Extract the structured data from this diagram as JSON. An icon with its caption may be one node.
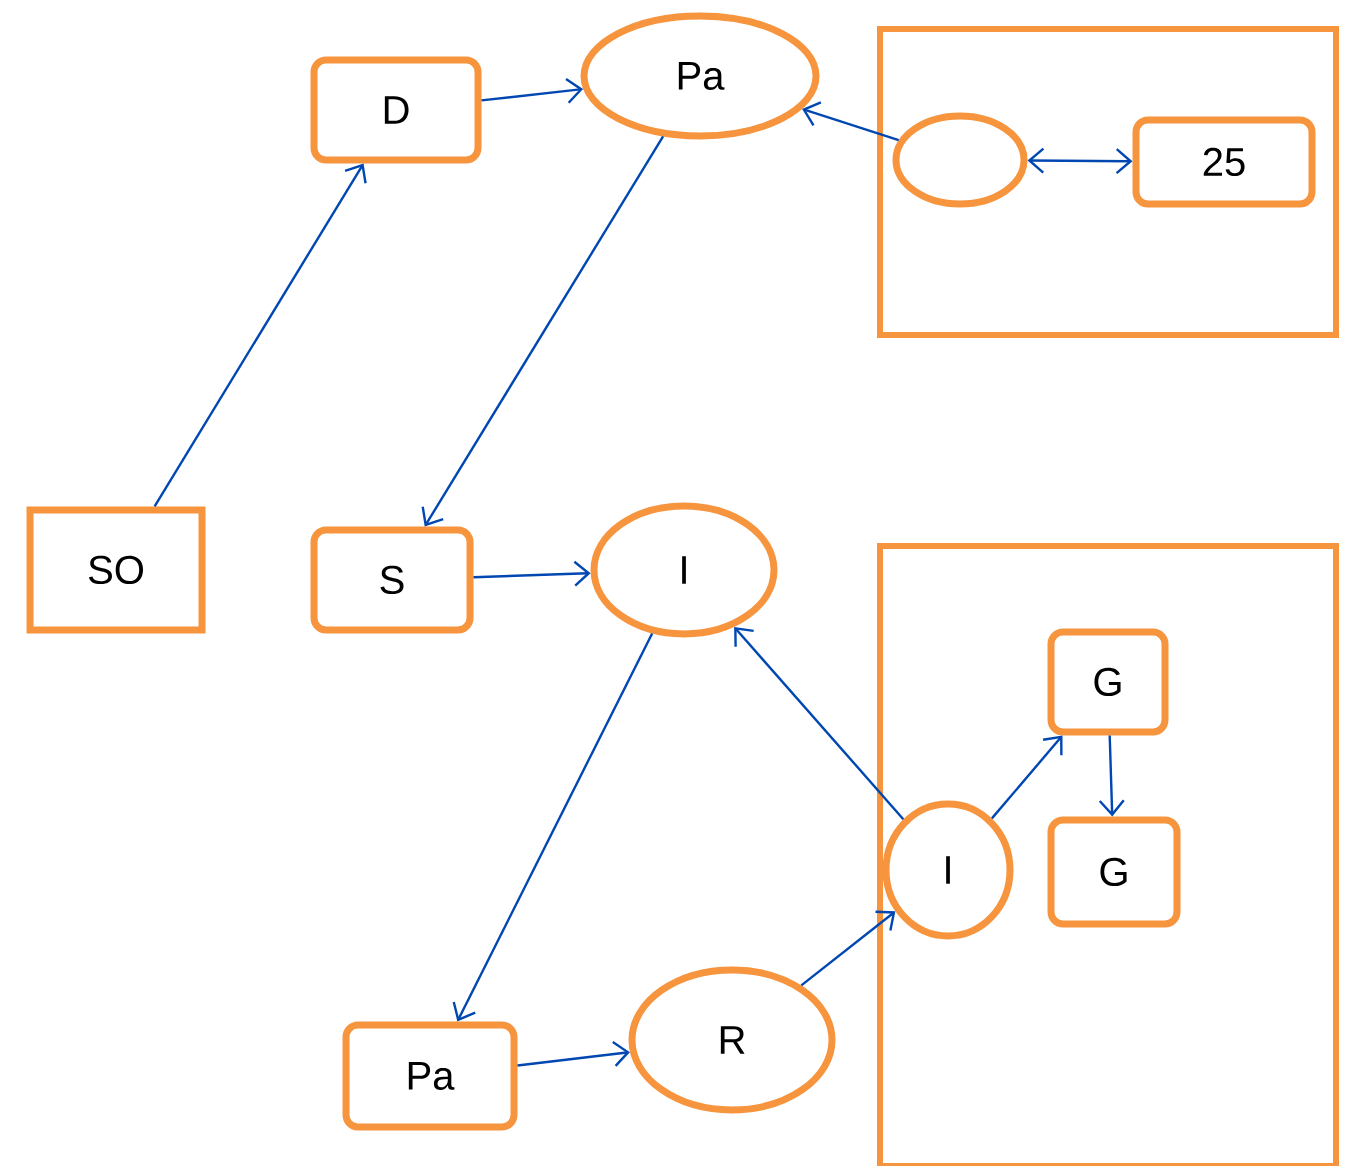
{
  "diagram": {
    "nodes": [
      {
        "text": [
          "SO"
        ]
      },
      {
        "text": [
          "D"
        ]
      },
      {
        "text": [
          "Pa"
        ]
      },
      {
        "text": [],
        "shape": "box"
      },
      {
        "text": [],
        "shape": "circle",
        "in": 3
      },
      {
        "text": [
          "25"
        ],
        "in": 3
      },
      {
        "text": [
          "S"
        ]
      },
      {
        "text": [
          "I"
        ]
      },
      {
        "text": [],
        "shape": "box"
      },
      {
        "text": [
          "G"
        ],
        "in": 8
      },
      {
        "text": [
          "I"
        ],
        "in": 8
      },
      {
        "text": [
          "G"
        ],
        "in": 8
      },
      {
        "text": [
          "Pa"
        ]
      },
      {
        "text": [
          "R"
        ]
      }
    ],
    "edges": [
      {
        "from": 0,
        "to": 1,
        "arrow": "to"
      },
      {
        "from": 1,
        "to": 2,
        "arrow": "to"
      },
      {
        "from": 4,
        "to": 2,
        "arrow": "to"
      },
      {
        "from": 4,
        "to": 5,
        "arrow": "both"
      },
      {
        "from": 2,
        "to": 6,
        "arrow": "to"
      },
      {
        "from": 6,
        "to": 7,
        "arrow": "to"
      },
      {
        "from": 10,
        "to": 7,
        "arrow": "to"
      },
      {
        "from": 7,
        "to": 12,
        "arrow": "to"
      },
      {
        "from": 12,
        "to": 13,
        "arrow": "to"
      },
      {
        "from": 13,
        "to": 10,
        "arrow": "to"
      },
      {
        "from": 10,
        "to": 9,
        "arrow": "to"
      },
      {
        "from": 9,
        "to": 11,
        "arrow": "to"
      }
    ]
  }
}
